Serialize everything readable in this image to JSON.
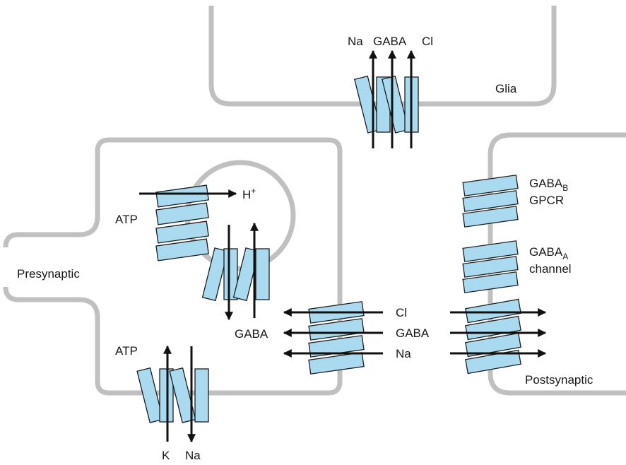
{
  "labels": {
    "glia": "Glia",
    "presynaptic": "Presynaptic",
    "postsynaptic": "Postsynaptic",
    "glia_na": "Na",
    "glia_gaba": "GABA",
    "glia_cl": "Cl",
    "h_plus_base": "H",
    "h_plus_sup": "+",
    "atp_vesicle": "ATP",
    "atp_pump": "ATP",
    "gaba_vesicle": "GABA",
    "cl_transport": "Cl",
    "gaba_transport": "GABA",
    "na_transport": "Na",
    "k_pump": "K",
    "na_pump": "Na",
    "gaba_b_base": "GABA",
    "gaba_b_sub": "B",
    "gpcr": "GPCR",
    "gaba_a_base": "GABA",
    "gaba_a_sub": "A",
    "channel": "channel"
  },
  "colors": {
    "membrane": "#c0c0c0",
    "protein_fill": "#a9daf0",
    "protein_stroke": "#1c1c1c",
    "arrow": "#111111"
  }
}
